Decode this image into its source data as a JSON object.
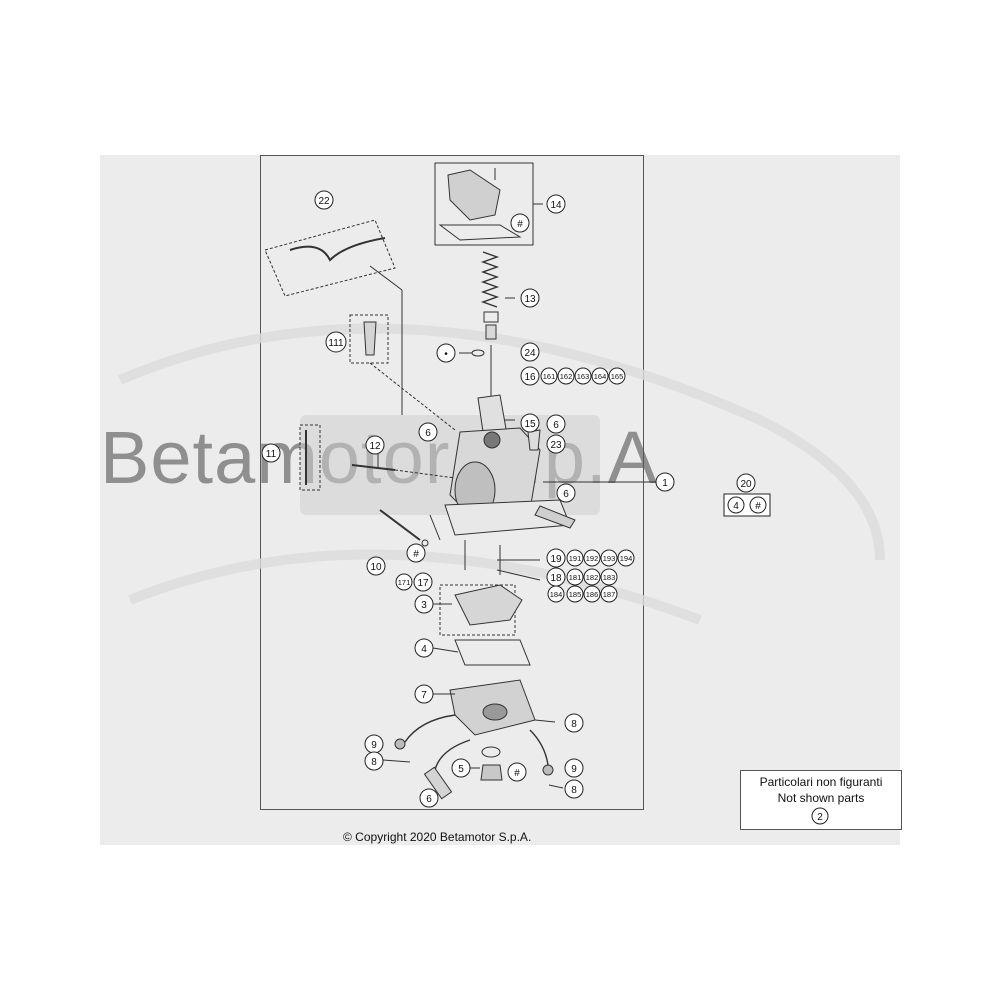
{
  "watermark": "Betamotor S.p.A",
  "copyright": "© Copyright 2020 Betamotor S.p.A.",
  "not_shown": {
    "line1": "Particolari non figuranti",
    "line2": "Not shown parts",
    "part": "2"
  },
  "colors": {
    "panel": "#ececec",
    "line": "#333333",
    "part_fill": "#d8d8d8"
  },
  "callouts": [
    {
      "id": "c22",
      "label": "22"
    },
    {
      "id": "c14",
      "label": "14"
    },
    {
      "id": "c14h",
      "label": "#"
    },
    {
      "id": "c13",
      "label": "13"
    },
    {
      "id": "c111",
      "label": "111"
    },
    {
      "id": "cdot",
      "label": "•"
    },
    {
      "id": "c24",
      "label": "24"
    },
    {
      "id": "c16",
      "label": "16"
    },
    {
      "id": "c161",
      "label": "161"
    },
    {
      "id": "c162",
      "label": "162"
    },
    {
      "id": "c163",
      "label": "163"
    },
    {
      "id": "c164",
      "label": "164"
    },
    {
      "id": "c165",
      "label": "165"
    },
    {
      "id": "c15",
      "label": "15"
    },
    {
      "id": "c11",
      "label": "11"
    },
    {
      "id": "c12",
      "label": "12"
    },
    {
      "id": "c6a",
      "label": "6"
    },
    {
      "id": "c6b",
      "label": "6"
    },
    {
      "id": "c23",
      "label": "23"
    },
    {
      "id": "c1",
      "label": "1"
    },
    {
      "id": "c6c",
      "label": "6"
    },
    {
      "id": "c20",
      "label": "20"
    },
    {
      "id": "c20a",
      "label": "4"
    },
    {
      "id": "c20b",
      "label": "#"
    },
    {
      "id": "c10h",
      "label": "#"
    },
    {
      "id": "c10",
      "label": "10"
    },
    {
      "id": "c19",
      "label": "19"
    },
    {
      "id": "c191",
      "label": "191"
    },
    {
      "id": "c192",
      "label": "192"
    },
    {
      "id": "c193",
      "label": "193"
    },
    {
      "id": "c194",
      "label": "194"
    },
    {
      "id": "c171",
      "label": "171"
    },
    {
      "id": "c17",
      "label": "17"
    },
    {
      "id": "c18",
      "label": "18"
    },
    {
      "id": "c181",
      "label": "181"
    },
    {
      "id": "c182",
      "label": "182"
    },
    {
      "id": "c183",
      "label": "183"
    },
    {
      "id": "c184",
      "label": "184"
    },
    {
      "id": "c185",
      "label": "185"
    },
    {
      "id": "c186",
      "label": "186"
    },
    {
      "id": "c187",
      "label": "187"
    },
    {
      "id": "c3",
      "label": "3"
    },
    {
      "id": "c4",
      "label": "4"
    },
    {
      "id": "c7",
      "label": "7"
    },
    {
      "id": "c8a",
      "label": "8"
    },
    {
      "id": "c9a",
      "label": "9"
    },
    {
      "id": "c8b",
      "label": "8"
    },
    {
      "id": "c5",
      "label": "5"
    },
    {
      "id": "c5h",
      "label": "#"
    },
    {
      "id": "c9b",
      "label": "9"
    },
    {
      "id": "c8c",
      "label": "8"
    },
    {
      "id": "c6d",
      "label": "6"
    }
  ]
}
